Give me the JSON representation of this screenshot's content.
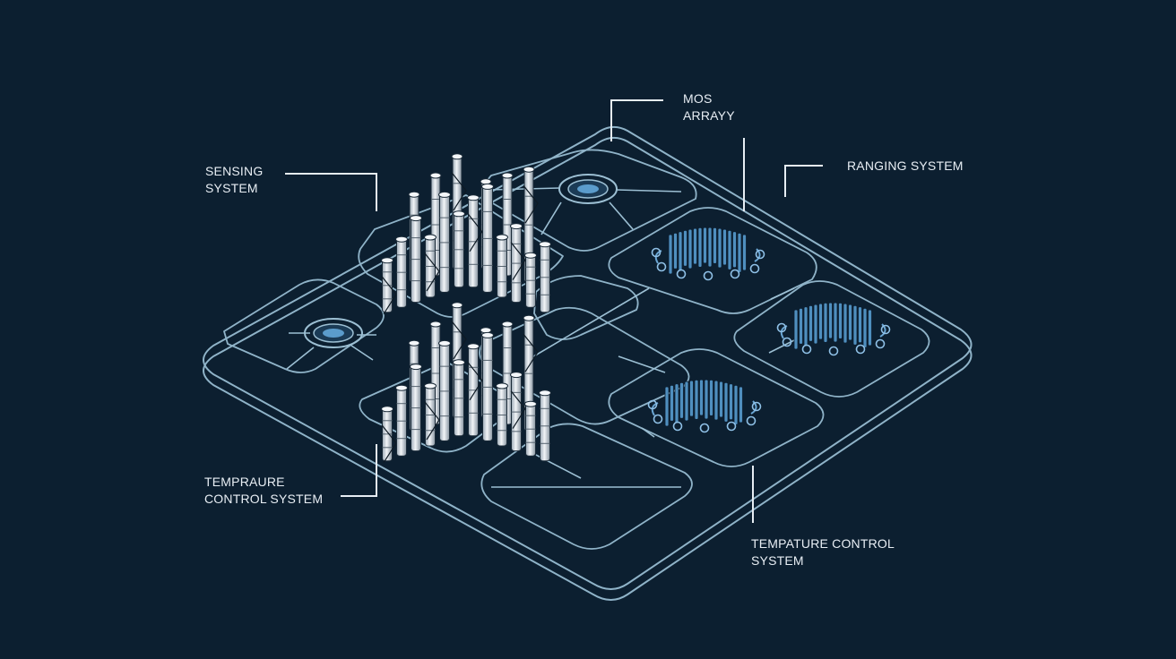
{
  "labels": {
    "mos_array": {
      "line1": "MOS",
      "line2": "ARRAYY"
    },
    "sensing_system": {
      "line1": "SENSING",
      "line2": "SYSTEM"
    },
    "ranging_system": {
      "line1": "RANGING SYSTEM"
    },
    "temprature_control_left": {
      "line1": "TEMPRAURE",
      "line2": "CONTROL SYSTEM"
    },
    "temprature_control_right": {
      "line1": "TEMPATURE CONTROL",
      "line2": "SYSTEM"
    }
  },
  "colors": {
    "background": "#0c1f30",
    "board_outline": "#8fb3c8",
    "leader_line": "#e6edf3",
    "chip_blue": "#4f8fbf",
    "column_white": "#dfe6ec"
  }
}
